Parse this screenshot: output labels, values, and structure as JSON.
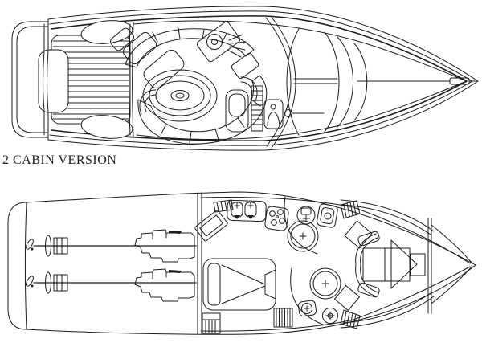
{
  "caption": {
    "text": "2 CABIN VERSION"
  },
  "colors": {
    "line": "#1c1c1c",
    "background": "#ffffff"
  },
  "drawings": {
    "top": {
      "name": "main-deck-plan"
    },
    "bottom": {
      "name": "lower-deck-plan"
    }
  }
}
